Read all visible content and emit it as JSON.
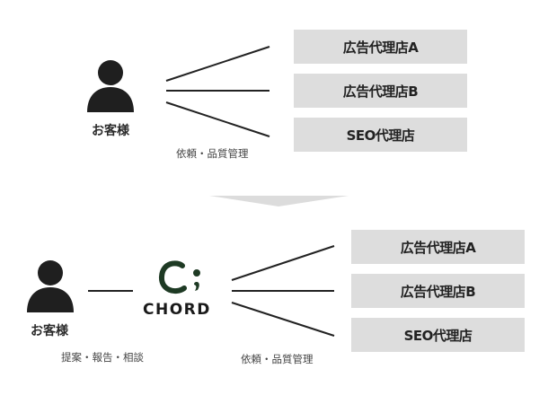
{
  "top": {
    "customer_label": "お客様",
    "request_label": "依頼・品質管理",
    "agencies": [
      "広告代理店A",
      "広告代理店B",
      "SEO代理店"
    ]
  },
  "bottom": {
    "customer_label": "お客様",
    "customer_relation_label": "提案・報告・相談",
    "hub_logo_text": "CHORD",
    "request_label": "依頼・品質管理",
    "agencies": [
      "広告代理店A",
      "広告代理店B",
      "SEO代理店"
    ]
  },
  "colors": {
    "box_fill": "#dddddd",
    "arrow_fill": "#dcdcdc",
    "person_fill": "#1f1f1f",
    "logo_green": "#1e3a24"
  }
}
